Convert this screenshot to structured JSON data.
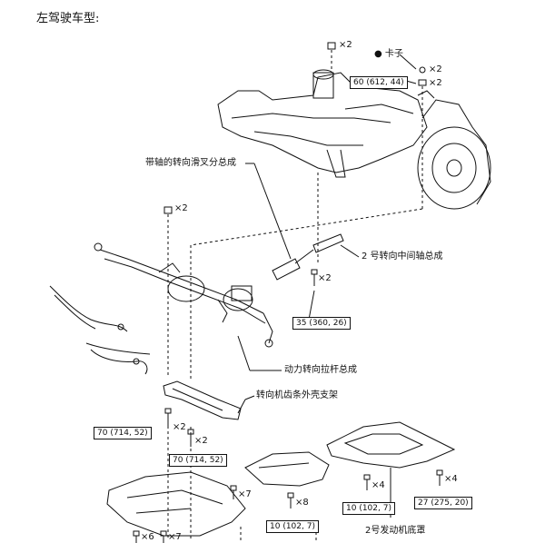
{
  "header": {
    "title": "左驾驶车型:"
  },
  "labels": {
    "clip": "卡子",
    "sliding_yoke": "带轴的转向滑叉分总成",
    "intermediate_shaft": "2 号转向中间轴总成",
    "power_rack": "动力转向拉杆总成",
    "rack_bracket": "转向机齿条外壳支架",
    "engine_cover": "2号发动机底罩"
  },
  "torques": {
    "t_subframe": "60 (612, 44)",
    "t_shaft": "35 (360, 26)",
    "t_bracket_1": "70 (714, 52)",
    "t_bracket_2": "70 (714, 52)",
    "t_cover_a": "10 (102, 7)",
    "t_cover_b": "10 (102, 7)",
    "t_cover_c": "27 (275, 20)"
  },
  "quantities": {
    "q_top": "×2",
    "q_clip": "×2",
    "q_nut": "×2",
    "q_rack_nut": "×2",
    "q_shaft_bolt": "×2",
    "q_bracket_bolt": "×2",
    "q_bracket_bolt2": "×2",
    "q_cover_a": "×7",
    "q_cover_b": "×8",
    "q_cover_c": "×4",
    "q_cover_d": "×4",
    "q_bottom_a": "×6",
    "q_bottom_b": "×7"
  }
}
